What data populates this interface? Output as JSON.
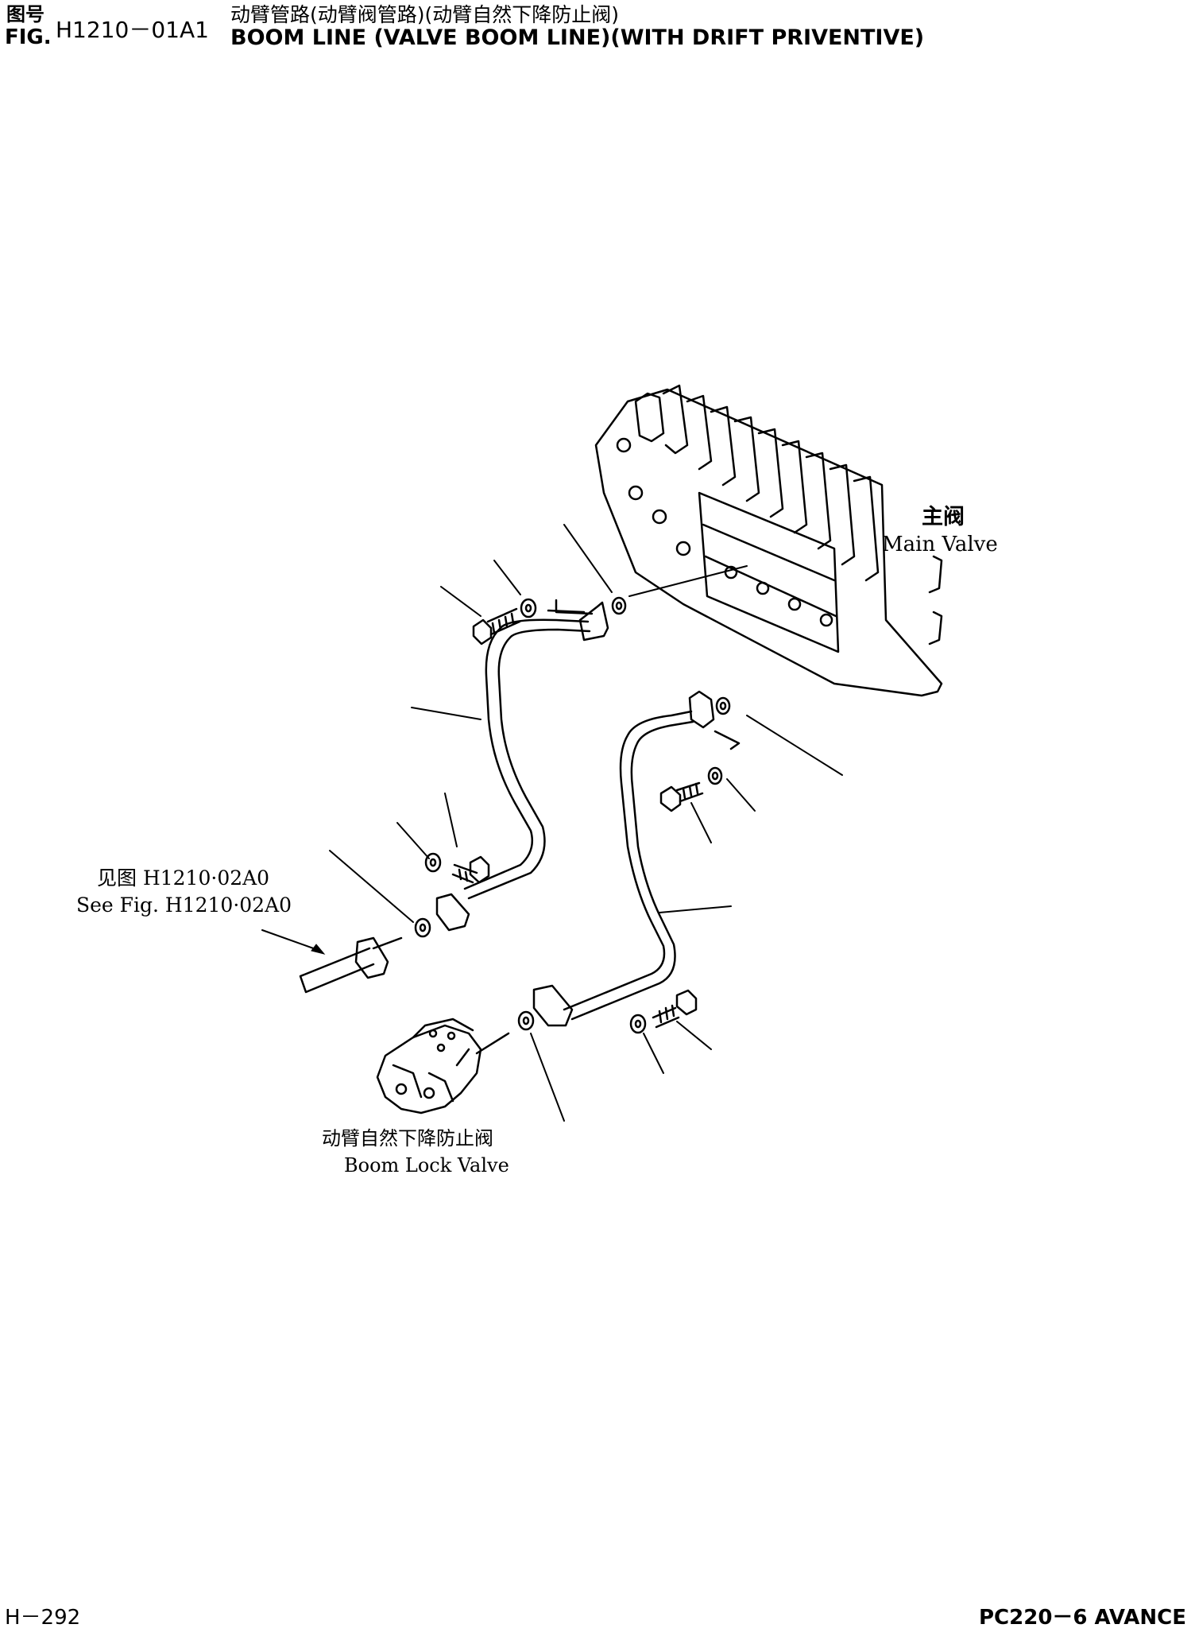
{
  "header": {
    "fig_label_cn": "图号",
    "fig_label_en": "FIG.",
    "fig_number": "H1210－01A1",
    "title_cn": "动臂管路(动臂阀管路)(动臂自然下降防止阀)",
    "title_en": "BOOM LINE (VALVE BOOM LINE)(WITH DRIFT PRIVENTIVE)"
  },
  "labels": {
    "main_valve_cn": "主阀",
    "main_valve_en": "Main Valve",
    "see_fig_cn": "见图 H1210·02A0",
    "see_fig_en": "See Fig. H1210·02A0",
    "boom_lock_cn": "动臂自然下降防止阀",
    "boom_lock_en": "Boom Lock Valve"
  },
  "footer": {
    "page": "H－292",
    "model": "PC220－6 AVANCE"
  }
}
